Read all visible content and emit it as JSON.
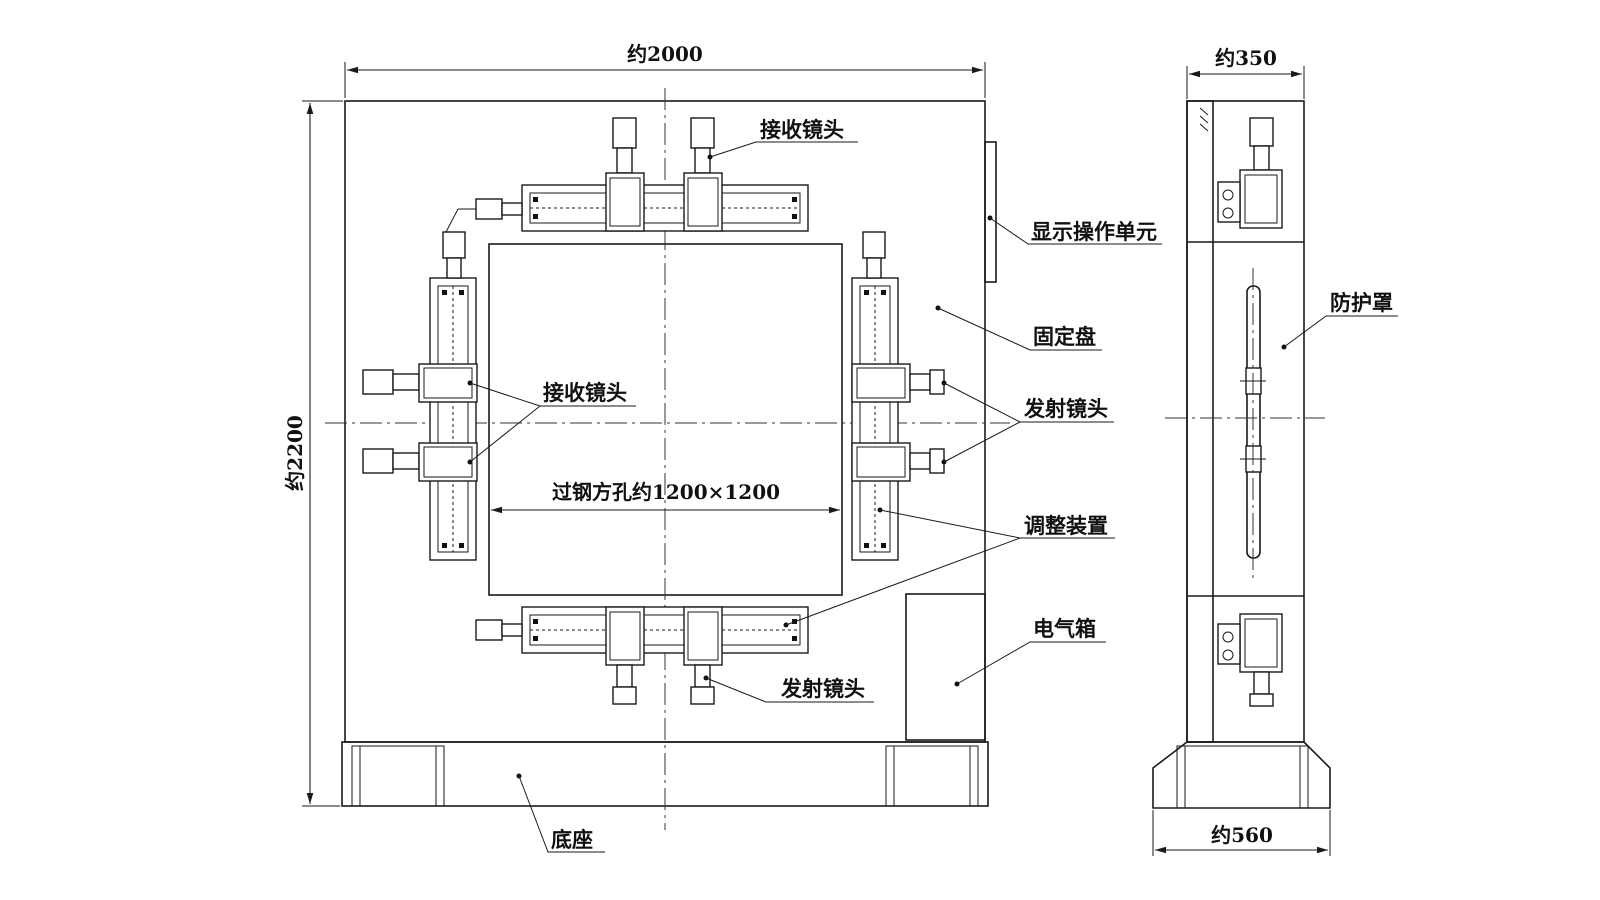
{
  "dimensions": {
    "front_width": "约2000",
    "front_height": "约2200",
    "side_top_width": "约350",
    "side_base_width": "约560",
    "opening": "过钢方孔约1200×1200"
  },
  "labels": {
    "receive_lens_top": "接收镜头",
    "display_unit": "显示操作单元",
    "fixed_plate": "固定盘",
    "receive_lens_left": "接收镜头",
    "emit_lens_right": "发射镜头",
    "adjust_device": "调整装置",
    "electrical_box": "电气箱",
    "emit_lens_bottom": "发射镜头",
    "base": "底座",
    "shield": "防护罩"
  },
  "colors": {
    "line": "#1a1a1a",
    "background": "#ffffff"
  }
}
